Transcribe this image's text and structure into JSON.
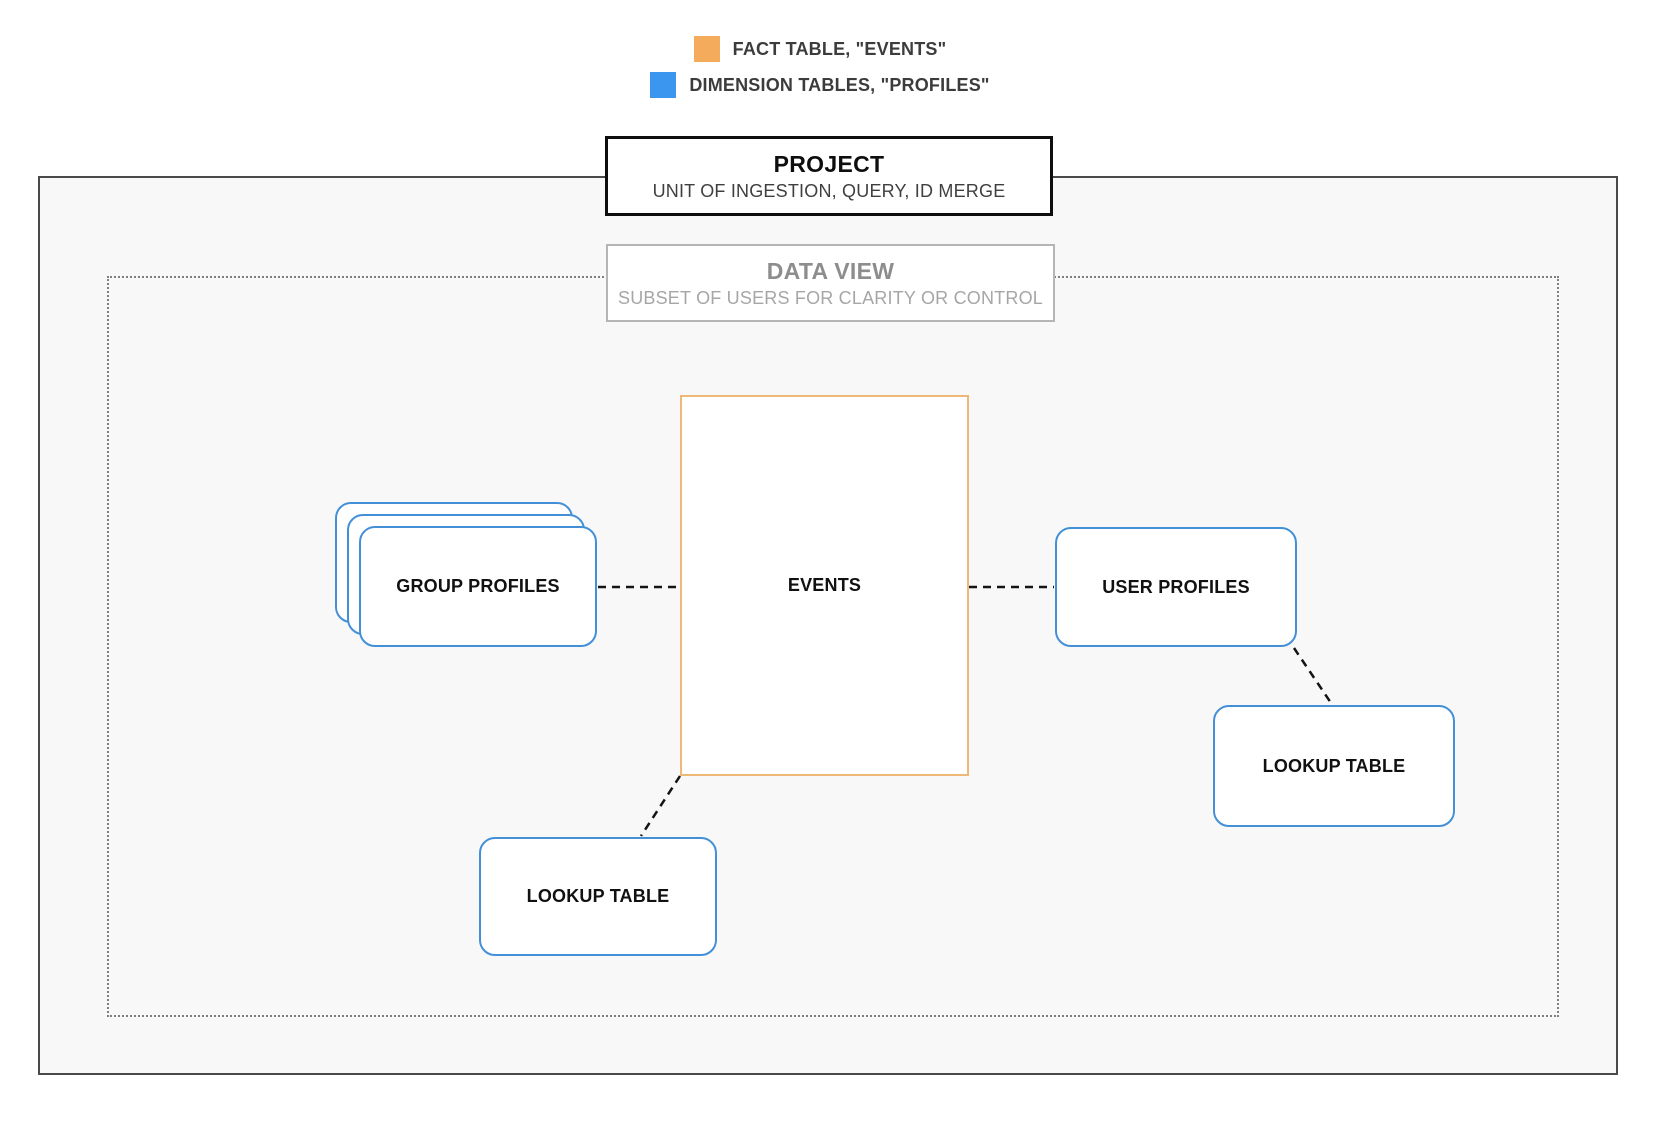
{
  "legend": {
    "items": [
      {
        "id": "fact",
        "label": "FACT TABLE, \"EVENTS\"",
        "color": "#F5AB5C"
      },
      {
        "id": "dimension",
        "label": "DIMENSION TABLES, \"PROFILES\"",
        "color": "#3B96F0"
      }
    ]
  },
  "project_box": {
    "title": "PROJECT",
    "subtitle": "UNIT OF INGESTION, QUERY, ID MERGE"
  },
  "data_view_box": {
    "title": "DATA VIEW",
    "subtitle": "SUBSET OF USERS FOR CLARITY OR CONTROL"
  },
  "nodes": {
    "events": {
      "label": "EVENTS",
      "type": "fact"
    },
    "group_profiles": {
      "label": "GROUP PROFILES",
      "type": "dimension"
    },
    "user_profiles": {
      "label": "USER PROFILES",
      "type": "dimension"
    },
    "lookup_table_left": {
      "label": "LOOKUP TABLE",
      "type": "dimension"
    },
    "lookup_table_right": {
      "label": "LOOKUP TABLE",
      "type": "dimension"
    }
  },
  "colors": {
    "fact_border": "#EDB878",
    "dimension_border": "#4490D8",
    "outer_boundary_border": "#4A4A4A",
    "inner_boundary_border": "#7F7F7F",
    "canvas_background": "#F8F8F8",
    "connector": "#141414",
    "muted_title": "#8D8D8D",
    "muted_subtitle": "#A6A6A6",
    "legend_text": "#3C3C3C"
  }
}
